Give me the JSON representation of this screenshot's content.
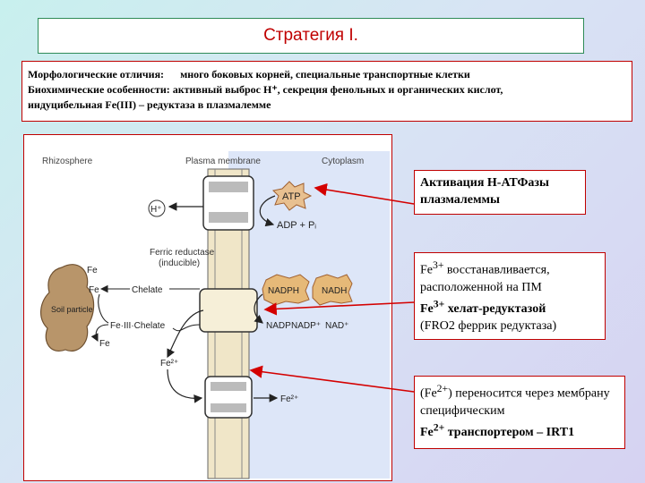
{
  "title": "Стратегия I.",
  "info": {
    "morph_label": "Морфологические отличия:",
    "morph_text": "много боковых корней,  специальные транспортные клетки",
    "bio_label": "Биохимические особенности:",
    "bio_text": "активный выброс H⁺,  секреция фенольных  и органических кислот,",
    "bio_text2": "индуцибельная Fe(III) – редуктаза в плазмалемме"
  },
  "figure": {
    "rhizosphere": "Rhizosphere",
    "plasma_membrane": "Plasma membrane",
    "cytoplasm": "Cytoplasm",
    "h_plus": "H⁺",
    "atp": "ATP",
    "adp": "ADP + Pᵢ",
    "ferric_reductase": "Ferric reductase",
    "inducible": "(inducible)",
    "fe_top": "Fe",
    "soil_particle": "Soil particle",
    "fe_mid": "Fe",
    "chelate": "Chelate",
    "fe_iii_chelate": "Fe·III·Chelate",
    "fe_bottom": "Fe",
    "fe2_plus": "Fe²⁺",
    "fe2_in": "Fe²⁺",
    "nadph": "NADPH",
    "nadp_a": "NADP",
    "nadp_b": "NADP⁺",
    "nadh": "NADH",
    "nad": "NAD⁺"
  },
  "notes": {
    "n1": "Активация H-АТФазы плазмалеммы",
    "n2_pre": "Fe",
    "n2_sup": "3+",
    "n2_a": " восстанавливается, расположенной на ПМ",
    "n2_b_pre": "Fe",
    "n2_b_sup": "3+",
    "n2_b": " хелат-редуктазой",
    "n2_c": "(FRO2 феррик редуктаза)",
    "n3_a_pre": "(Fe",
    "n3_a_sup": "2+",
    "n3_a": ") переносится через мембрану специфическим",
    "n3_b_pre": "Fe",
    "n3_b_sup": "2+",
    "n3_b": " транспортером – IRT1"
  },
  "colors": {
    "title_text": "#c00000",
    "title_border": "#2e8b57",
    "note_border": "#c00000",
    "arrow": "#d40000",
    "cytoplasm_bg": "#dde6f8",
    "membrane": "#f0e6c8",
    "atp_star": "#e8c090",
    "nad_star": "#e6b978"
  }
}
